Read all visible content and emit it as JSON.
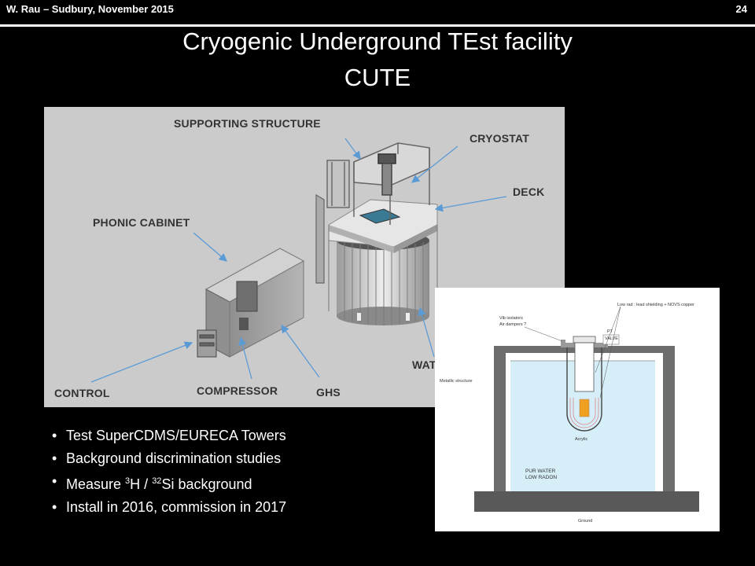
{
  "header": {
    "left": "W. Rau – Sudbury, November 2015",
    "page_number": "24"
  },
  "title": {
    "line1": "Cryogenic Underground TEst facility",
    "line2": "CUTE"
  },
  "render_labels": {
    "supporting_structure": "SUPPORTING STRUCTURE",
    "cryostat": "CRYOSTAT",
    "deck": "DECK",
    "phonic_cabinet": "PHONIC CABINET",
    "control": "CONTROL",
    "compressor": "COMPRESSOR",
    "ghs": "GHS",
    "water": "WAT"
  },
  "schematic_labels": {
    "low_rad": "Low rad : lead shielding + NOVS copper",
    "vib_isolators": "Vib isolators",
    "air_dampers": "Air dampers ?",
    "pt": "PT",
    "valve": "VALVE",
    "metallic_structure": "Metallic structure",
    "acrylic": "Acrylic",
    "pur_water": "PUR WATER",
    "low_radon": "LOW RADON",
    "ground": "Ground"
  },
  "bullets": {
    "b1": "Test SuperCDMS/EURECA Towers",
    "b2": "Background discrimination studies",
    "b3_pre": "Measure ",
    "b3_sup1": "3",
    "b3_mid": "H / ",
    "b3_sup2": "32",
    "b3_post": "Si background",
    "b4": "Install in 2016, commission in 2017"
  },
  "colors": {
    "background": "#000000",
    "render_bg": "#cbcbcb",
    "arrow": "#5b9bd5",
    "water": "#d6eef8"
  }
}
